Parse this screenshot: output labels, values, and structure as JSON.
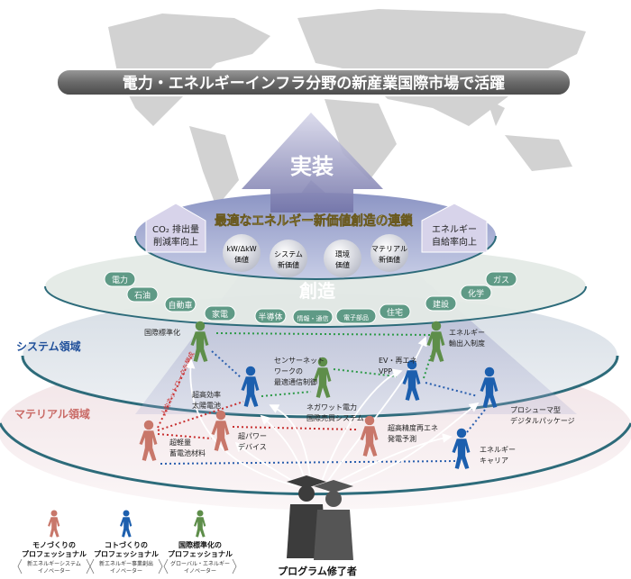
{
  "banner": "電力・エネルギーインフラ分野の新産業国際市場で活躍",
  "arrow_label": "実装",
  "chain_title": "最適なエネルギー新価値創造の連鎖",
  "houses": {
    "left": [
      "CO₂ 排出量",
      "削減率向上"
    ],
    "right": [
      "エネルギー",
      "自給率向上"
    ]
  },
  "values": [
    [
      "kW/ΔkW",
      "価値"
    ],
    [
      "システム",
      "新価値"
    ],
    [
      "環境",
      "価値"
    ],
    [
      "マテリアル",
      "新価値"
    ]
  ],
  "creation_label": "創造",
  "industries": [
    "電力",
    "石油",
    "自動車",
    "家電",
    "半導体",
    "情報・通信",
    "電子部品",
    "住宅",
    "建設",
    "化学",
    "ガス"
  ],
  "layers": {
    "system": "システム領域",
    "material": "マテリアル領域"
  },
  "network_label": "人的ネットワークを醸成",
  "people": [
    {
      "type": "green",
      "lines": [
        "国際標準化"
      ]
    },
    {
      "type": "green",
      "lines": [
        "ネガワット電力",
        "国際売買システム"
      ]
    },
    {
      "type": "green",
      "lines": [
        "エネルギー",
        "輸出入制度"
      ]
    },
    {
      "type": "blue",
      "lines": [
        "センサーネット",
        "ワークの",
        "最適通信制御"
      ]
    },
    {
      "type": "blue",
      "lines": [
        "EV・再エネ",
        "VPP"
      ]
    },
    {
      "type": "blue",
      "lines": [
        "プロシューマ型",
        "デジタルパッケージ"
      ]
    },
    {
      "type": "blue",
      "lines": [
        "エネルギー",
        "キャリア"
      ]
    },
    {
      "type": "red",
      "lines": [
        "超軽量",
        "蓄電池材料"
      ]
    },
    {
      "type": "red",
      "lines": [
        "超高効率",
        "太陽電池"
      ]
    },
    {
      "type": "red",
      "lines": [
        "超パワー",
        "デバイス"
      ]
    },
    {
      "type": "red",
      "lines": [
        "超高精度再エネ",
        "発電予測"
      ]
    }
  ],
  "graduates_label": "プログラム修了者",
  "legend": [
    {
      "title": [
        "モノづくりの",
        "プロフェッショナル"
      ],
      "sub": [
        "新エネルギーシステム",
        "イノベーター"
      ],
      "color": "#c8776a"
    },
    {
      "title": [
        "コトづくりの",
        "プロフェッショナル"
      ],
      "sub": [
        "新エネルギー事業創出",
        "イノベーター"
      ],
      "color": "#1c5fae"
    },
    {
      "title": [
        "国際標準化の",
        "プロフェッショナル"
      ],
      "sub": [
        "グローバル・エネルギー",
        "イノベーター"
      ],
      "color": "#5e8e4a"
    }
  ],
  "colors": {
    "red": "#c8776a",
    "blue": "#1c5fae",
    "green": "#5e8e4a",
    "system_text": "#1f4f9a",
    "material_text": "#c96a66"
  }
}
